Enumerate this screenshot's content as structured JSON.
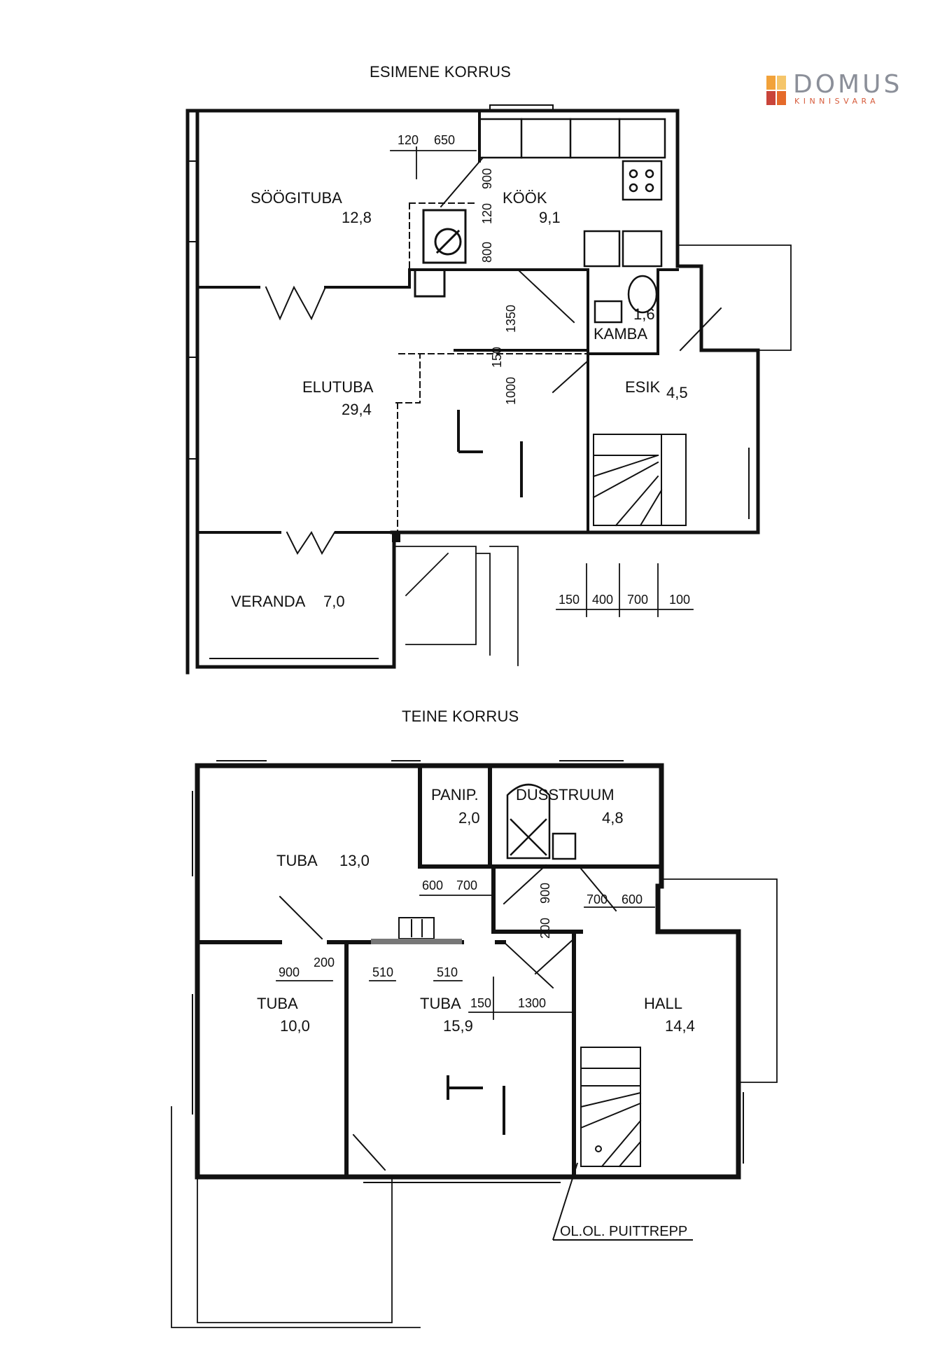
{
  "titles": {
    "first_floor": "ESIMENE KORRUS",
    "second_floor": "TEINE KORRUS"
  },
  "logo": {
    "name": "DOMUS",
    "sub": "KINNISVARA",
    "colors": [
      "#f2a23a",
      "#e56a2a",
      "#c9443a",
      "#f5c56a",
      "#b5b9c2"
    ]
  },
  "first_floor": {
    "rooms": [
      {
        "id": "soogituba",
        "name": "SÖÖGITUBA",
        "area": "12,8"
      },
      {
        "id": "kook",
        "name": "KÖÖK",
        "area": "9,1"
      },
      {
        "id": "kamba",
        "name": "KAMBA",
        "area": "1,6"
      },
      {
        "id": "elutuba",
        "name": "ELUTUBA",
        "area": "29,4"
      },
      {
        "id": "esik",
        "name": "ESIK",
        "area": "4,5"
      },
      {
        "id": "veranda",
        "name": "VERANDA",
        "area": "7,0"
      }
    ],
    "dimensions": [
      "120",
      "650",
      "900",
      "120",
      "800",
      "1350",
      "150",
      "1000",
      "150",
      "400",
      "700",
      "100"
    ]
  },
  "second_floor": {
    "rooms": [
      {
        "id": "panip",
        "name": "PANIP.",
        "area": "2,0"
      },
      {
        "id": "dusstruum",
        "name": "DUSSTRUUM",
        "area": "4,8"
      },
      {
        "id": "tuba-a",
        "name": "TUBA",
        "area": "13,0"
      },
      {
        "id": "tuba-b",
        "name": "TUBA",
        "area": "10,0"
      },
      {
        "id": "tuba-c",
        "name": "TUBA",
        "area": "15,9"
      },
      {
        "id": "hall",
        "name": "HALL",
        "area": "14,4"
      }
    ],
    "dimensions": [
      "600",
      "700",
      "900",
      "200",
      "700",
      "600",
      "900",
      "200",
      "510",
      "510",
      "150",
      "1300"
    ],
    "note": "OL.OL. PUITTREPP"
  }
}
